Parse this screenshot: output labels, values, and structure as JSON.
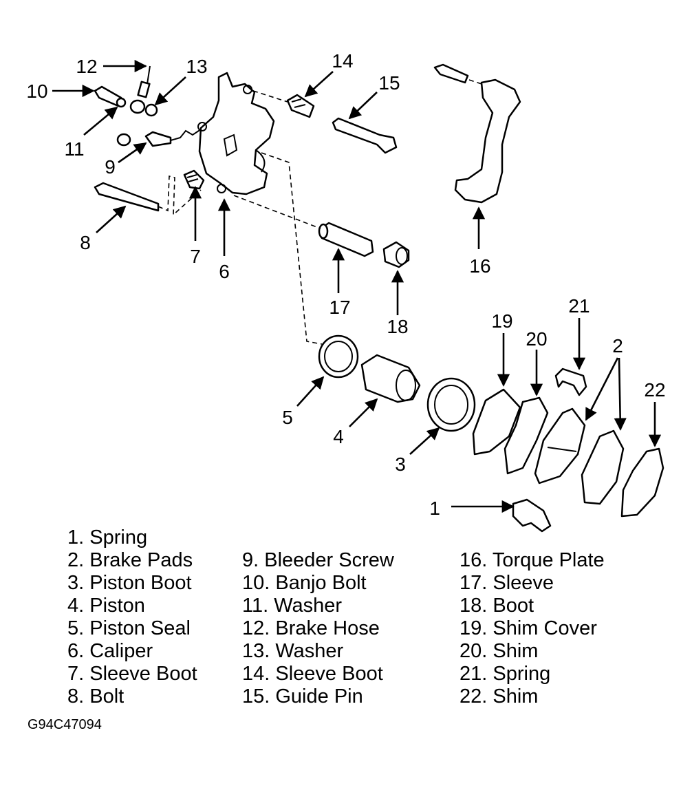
{
  "callouts": [
    "1",
    "2",
    "3",
    "4",
    "5",
    "6",
    "7",
    "8",
    "9",
    "10",
    "11",
    "12",
    "13",
    "14",
    "15",
    "16",
    "17",
    "18",
    "19",
    "20",
    "21",
    "22"
  ],
  "legend": {
    "col1": [
      "1. Spring",
      "2. Brake Pads",
      "3. Piston Boot",
      "4. Piston",
      "5. Piston Seal",
      "6. Caliper",
      "7. Sleeve Boot",
      "8. Bolt"
    ],
    "col2": [
      "9. Bleeder Screw",
      "10. Banjo Bolt",
      "11. Washer",
      "12. Brake Hose",
      "13. Washer",
      "14. Sleeve Boot",
      "15. Guide Pin"
    ],
    "col3": [
      "16. Torque Plate",
      "17. Sleeve",
      "18. Boot",
      "19. Shim Cover",
      "20. Shim",
      "21. Spring",
      "22. Shim"
    ]
  },
  "figure_code": "G94C47094"
}
